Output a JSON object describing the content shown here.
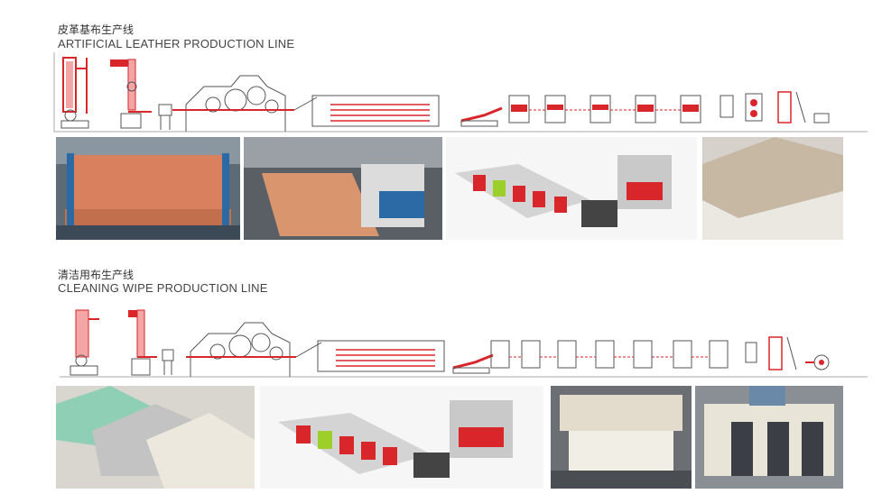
{
  "sections": [
    {
      "title_cn": "皮革基布生产线",
      "title_en": "ARTIFICIAL LEATHER PRODUCTION LINE",
      "photos": [
        "production-hall-orange-web-photo",
        "web-conveyor-photo",
        "line-3d-render-photo",
        "leather-sample-photo"
      ]
    },
    {
      "title_cn": "清洁用布生产线",
      "title_en": "CLEANING WIPE PRODUCTION LINE",
      "photos": [
        "wipe-fabric-samples-photo",
        "line-3d-render-photo",
        "rolling-machine-photo",
        "carding-machine-photo"
      ]
    }
  ],
  "colors": {
    "accent_red": "#d9262b",
    "line_gray": "#888888",
    "text_dark": "#333333"
  }
}
